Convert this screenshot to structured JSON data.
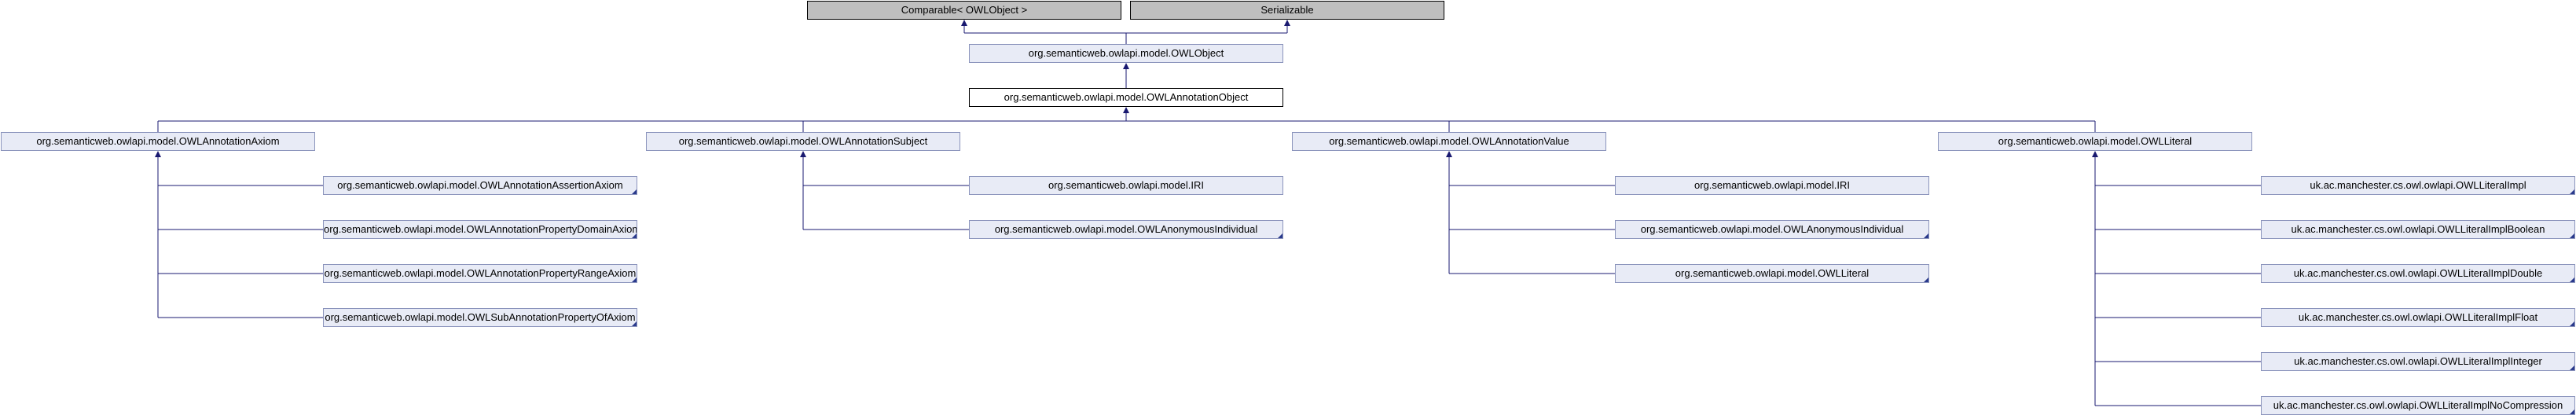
{
  "colors": {
    "edge": "#191970",
    "node_fill": "#e8ebf6",
    "node_border": "#8b94bc",
    "external_fill": "#bfbfbf"
  },
  "nodes": {
    "comparable": "Comparable< OWLObject >",
    "serializable": "Serializable",
    "owlobject": "org.semanticweb.owlapi.model.OWLObject",
    "annotation_object": "org.semanticweb.owlapi.model.OWLAnnotationObject",
    "annotation_axiom": "org.semanticweb.owlapi.model.OWLAnnotationAxiom",
    "annotation_subject": "org.semanticweb.owlapi.model.OWLAnnotationSubject",
    "annotation_value": "org.semanticweb.owlapi.model.OWLAnnotationValue",
    "literal": "org.semanticweb.owlapi.model.OWLLiteral",
    "axiom_children": [
      "org.semanticweb.owlapi.model.OWLAnnotationAssertionAxiom",
      "org.semanticweb.owlapi.model.OWLAnnotationPropertyDomainAxiom",
      "org.semanticweb.owlapi.model.OWLAnnotationPropertyRangeAxiom",
      "org.semanticweb.owlapi.model.OWLSubAnnotationPropertyOfAxiom"
    ],
    "subject_children": [
      "org.semanticweb.owlapi.model.IRI",
      "org.semanticweb.owlapi.model.OWLAnonymousIndividual"
    ],
    "value_children": [
      "org.semanticweb.owlapi.model.IRI",
      "org.semanticweb.owlapi.model.OWLAnonymousIndividual",
      "org.semanticweb.owlapi.model.OWLLiteral"
    ],
    "literal_children": [
      "uk.ac.manchester.cs.owl.owlapi.OWLLiteralImpl",
      "uk.ac.manchester.cs.owl.owlapi.OWLLiteralImplBoolean",
      "uk.ac.manchester.cs.owl.owlapi.OWLLiteralImplDouble",
      "uk.ac.manchester.cs.owl.owlapi.OWLLiteralImplFloat",
      "uk.ac.manchester.cs.owl.owlapi.OWLLiteralImplInteger",
      "uk.ac.manchester.cs.owl.owlapi.OWLLiteralImplNoCompression"
    ]
  }
}
